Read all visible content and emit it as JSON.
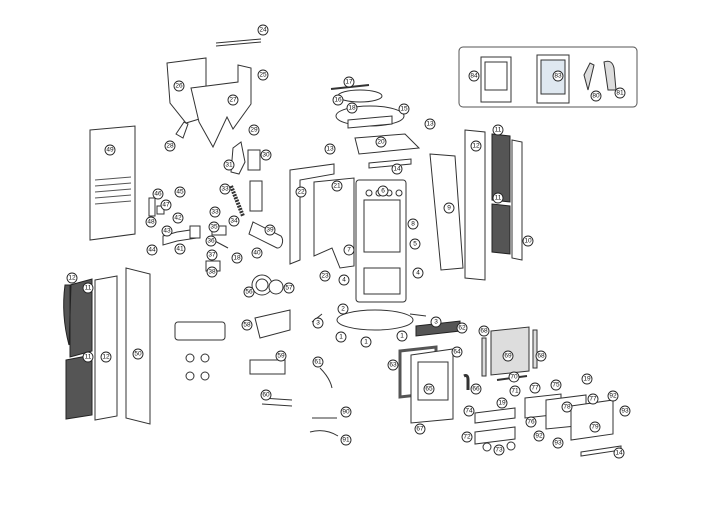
{
  "title": "Exploded parts diagram",
  "callouts": [
    "84",
    "83",
    "80",
    "81",
    "24",
    "25",
    "26",
    "27",
    "29",
    "28",
    "30",
    "31",
    "33",
    "33",
    "34",
    "35",
    "36",
    "18",
    "37",
    "38",
    "39",
    "40",
    "56",
    "57",
    "45",
    "46",
    "47",
    "48",
    "42",
    "43",
    "41",
    "44",
    "49",
    "22",
    "21",
    "23",
    "6",
    "7",
    "8",
    "5",
    "4",
    "4",
    "17",
    "16",
    "18",
    "15",
    "13",
    "13",
    "20",
    "14",
    "9",
    "12",
    "11",
    "11",
    "10",
    "12",
    "11",
    "11",
    "12",
    "50",
    "58",
    "59",
    "61",
    "60",
    "90",
    "91",
    "2",
    "3",
    "3",
    "1",
    "1",
    "1",
    "62",
    "63",
    "64",
    "65",
    "66",
    "67",
    "68",
    "69",
    "68",
    "70",
    "71",
    "19",
    "74",
    "72",
    "73",
    "77",
    "75",
    "76",
    "78",
    "77",
    "79",
    "92",
    "93",
    "19",
    "92",
    "93",
    "14"
  ]
}
